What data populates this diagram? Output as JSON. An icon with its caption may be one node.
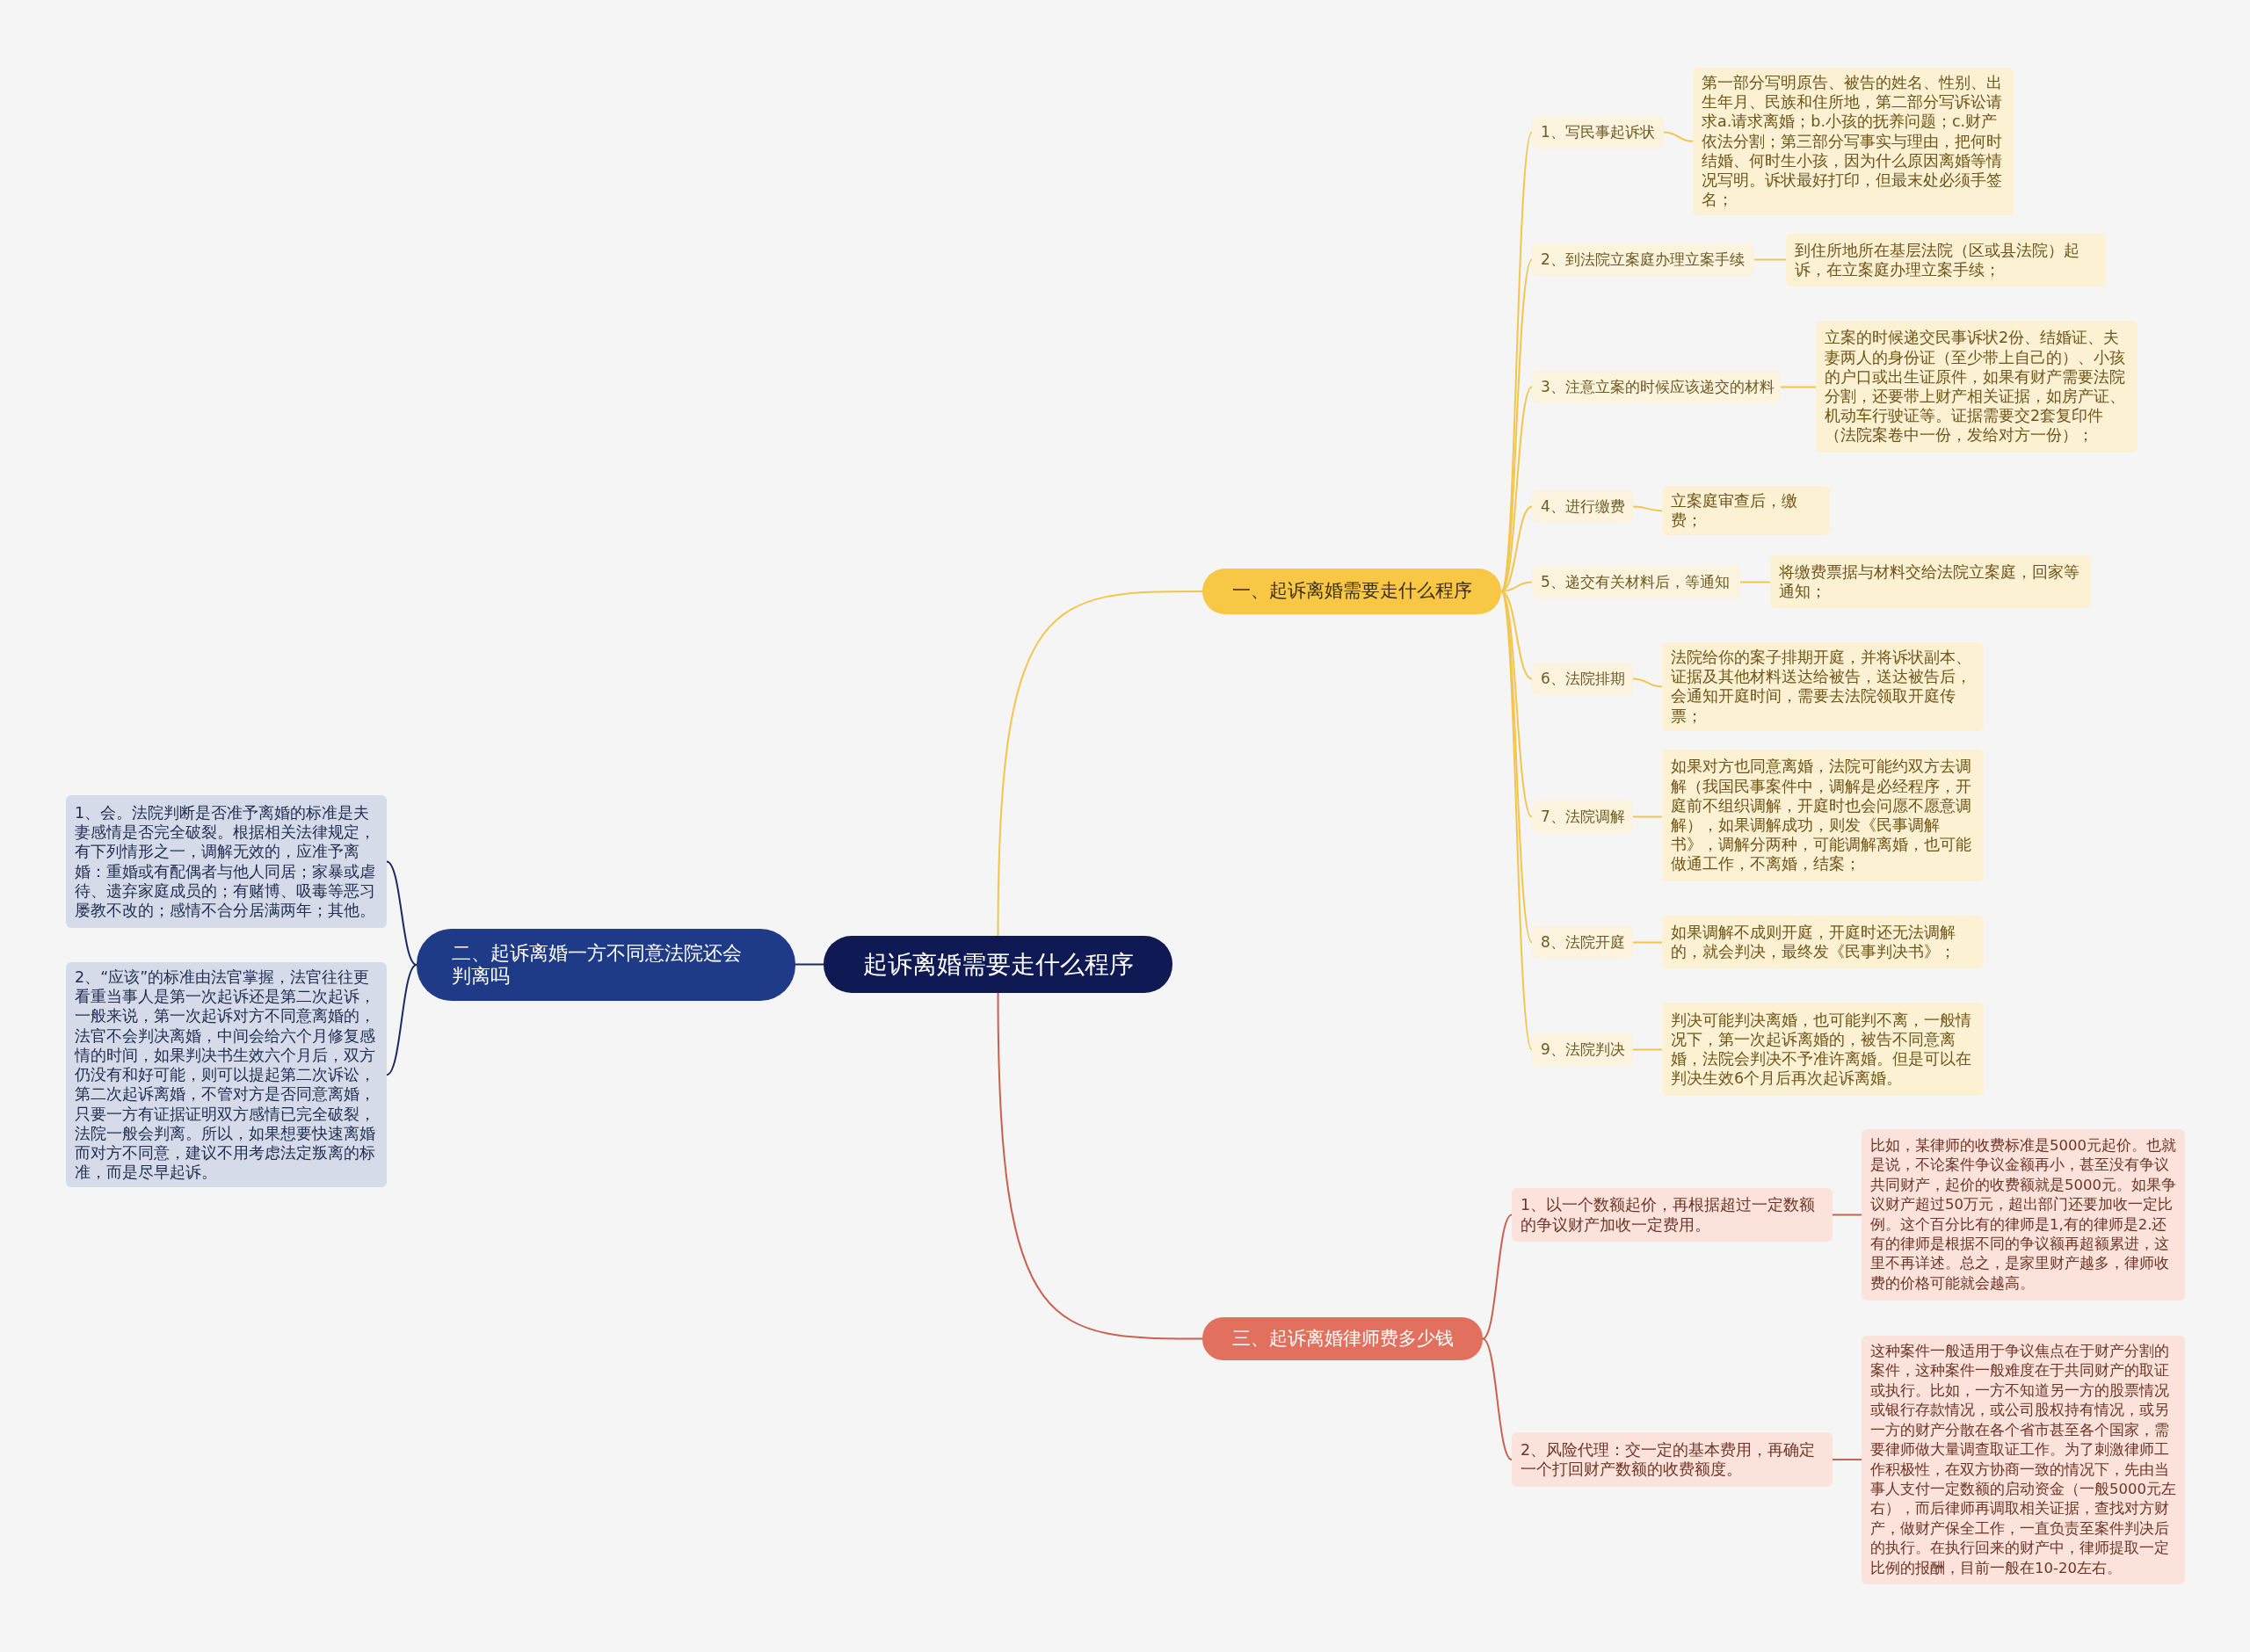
{
  "diagram": {
    "nodes": [
      {
        "text": [
          "起诉离婚需要走什么程序"
        ]
      },
      {
        "text": [
          "一、起诉离婚需要走什么程序"
        ]
      },
      {
        "text": [
          "1、写民事起诉状"
        ]
      },
      {
        "text": [
          "第一部分写明原告、被告的姓名、性别、出生年月、民族和住所地，第二部分写诉讼请求a.请求离婚；b.小孩的抚养问题；c.财产依法分割；第三部分写事实与理由，把何时结婚、何时生小孩，因为什么原因离婚等情况写明。诉状最好打印，但最末处必须手签名；"
        ]
      },
      {
        "text": [
          "2、到法院立案庭办理立案手续"
        ]
      },
      {
        "text": [
          "到住所地所在基层法院（区或县法院）起诉，在立案庭办理立案手续；"
        ]
      },
      {
        "text": [
          "3、注意立案的时候应该递交的材料"
        ]
      },
      {
        "text": [
          "立案的时候递交民事诉状2份、结婚证、夫妻两人的身份证（至少带上自己的）、小孩的户口或出生证原件，如果有财产需要法院分割，还要带上财产相关证据，如房产证、机动车行驶证等。证据需要交2套复印件（法院案卷中一份，发给对方一份）；"
        ]
      },
      {
        "text": [
          "4、进行缴费"
        ]
      },
      {
        "text": [
          "立案庭审查后，缴费；"
        ]
      },
      {
        "text": [
          "5、递交有关材料后，等通知"
        ]
      },
      {
        "text": [
          "将缴费票据与材料交给法院立案庭，回家等通知；"
        ]
      },
      {
        "text": [
          "6、法院排期"
        ]
      },
      {
        "text": [
          "法院给你的案子排期开庭，并将诉状副本、证据及其他材料送达给被告，送达被告后，会通知开庭时间，需要去法院领取开庭传票；"
        ]
      },
      {
        "text": [
          "7、法院调解"
        ]
      },
      {
        "text": [
          "如果对方也同意离婚，法院可能约双方去调解（我国民事案件中，调解是必经程序，开庭前不组织调解，开庭时也会问愿不愿意调解），如果调解成功，则发《民事调解书》，调解分两种，可能调解离婚，也可能做通工作，不离婚，结案；"
        ]
      },
      {
        "text": [
          "8、法院开庭"
        ]
      },
      {
        "text": [
          "如果调解不成则开庭，开庭时还无法调解的，就会判决，最终发《民事判决书》；"
        ]
      },
      {
        "text": [
          "9、法院判决"
        ]
      },
      {
        "text": [
          "判决可能判决离婚，也可能判不离，一般情况下，第一次起诉离婚的，被告不同意离婚，法院会判决不予准许离婚。但是可以在判决生效6个月后再次起诉离婚。"
        ]
      },
      {
        "text": [
          "二、起诉离婚一方不同意法院还会判离吗"
        ]
      },
      {
        "text": [
          "1、会。法院判断是否准予离婚的标准是夫妻感情是否完全破裂。根据相关法律规定，有下列情形之一，调解无效的，应准予离婚：重婚或有配偶者与他人同居；家暴或虐待、遗弃家庭成员的；有赌博、吸毒等恶习屡教不改的；感情不合分居满两年；其他。"
        ]
      },
      {
        "text": [
          "2、“应该”的标准由法官掌握，法官往往更看重当事人是第一次起诉还是第二次起诉，一般来说，第一次起诉对方不同意离婚的，法官不会判决离婚，中间会给六个月修复感情的时间，如果判决书生效六个月后，双方仍没有和好可能，则可以提起第二次诉讼，第二次起诉离婚，不管对方是否同意离婚，只要一方有证据证明双方感情已完全破裂，法院一般会判离。所以，如果想要快速离婚而对方不同意，建议不用考虑法定叛离的标准，而是尽早起诉。"
        ]
      },
      {
        "text": [
          "三、起诉离婚律师费多少钱"
        ]
      },
      {
        "text": [
          "1、以一个数额起价，再根据超过一定数额的争议财产加收一定费用。"
        ]
      },
      {
        "text": [
          "比如，某律师的收费标准是5000元起价。也就是说，不论案件争议金额再小，甚至没有争议共同财产，起价的收费额就是5000元。如果争议财产超过50万元，超出部门还要加收一定比例。这个百分比有的律师是1,有的律师是2.还有的律师是根据不同的争议额再超额累进，这里不再详述。总之，是家里财产越多，律师收费的价格可能就会越高。"
        ]
      },
      {
        "text": [
          "2、风险代理：交一定的基本费用，再确定一个打回财产数额的收费额度。"
        ]
      },
      {
        "text": [
          "这种案件一般适用于争议焦点在于财产分割的案件，这种案件一般难度在于共同财产的取证或执行。比如，一方不知道另一方的股票情况或银行存款情况，或公司股权持有情况，或另一方的财产分散在各个省市甚至各个国家，需要律师做大量调查取证工作。为了刺激律师工作积极性，在双方协商一致的情况下，先由当事人支付一定数额的启动资金（一般5000元左右），而后律师再调取相关证据，查找对方财产，做财产保全工作，一直负责至案件判决后的执行。在执行回来的财产中，律师提取一定比例的报酬，目前一般在10-20左右。"
        ]
      }
    ],
    "edges": [
      {
        "from": 0,
        "to": 1,
        "arrow": "none"
      },
      {
        "from": 1,
        "to": 2,
        "arrow": "none"
      },
      {
        "from": 2,
        "to": 3,
        "arrow": "none"
      },
      {
        "from": 1,
        "to": 4,
        "arrow": "none"
      },
      {
        "from": 4,
        "to": 5,
        "arrow": "none"
      },
      {
        "from": 1,
        "to": 6,
        "arrow": "none"
      },
      {
        "from": 6,
        "to": 7,
        "arrow": "none"
      },
      {
        "from": 1,
        "to": 8,
        "arrow": "none"
      },
      {
        "from": 8,
        "to": 9,
        "arrow": "none"
      },
      {
        "from": 1,
        "to": 10,
        "arrow": "none"
      },
      {
        "from": 10,
        "to": 11,
        "arrow": "none"
      },
      {
        "from": 1,
        "to": 12,
        "arrow": "none"
      },
      {
        "from": 12,
        "to": 13,
        "arrow": "none"
      },
      {
        "from": 1,
        "to": 14,
        "arrow": "none"
      },
      {
        "from": 14,
        "to": 15,
        "arrow": "none"
      },
      {
        "from": 1,
        "to": 16,
        "arrow": "none"
      },
      {
        "from": 16,
        "to": 17,
        "arrow": "none"
      },
      {
        "from": 1,
        "to": 18,
        "arrow": "none"
      },
      {
        "from": 18,
        "to": 19,
        "arrow": "none"
      },
      {
        "from": 0,
        "to": 20,
        "arrow": "none",
        "color": "#1b2a63"
      },
      {
        "from": 20,
        "to": 21,
        "arrow": "none",
        "color": "#1b2a63"
      },
      {
        "from": 20,
        "to": 22,
        "arrow": "none",
        "color": "#1b2a63"
      },
      {
        "from": 0,
        "to": 23,
        "arrow": "none",
        "color": "#c9614f"
      },
      {
        "from": 23,
        "to": 24,
        "arrow": "none",
        "color": "#c9614f"
      },
      {
        "from": 24,
        "to": 25,
        "arrow": "none",
        "color": "#c9614f"
      },
      {
        "from": 23,
        "to": 26,
        "arrow": "none",
        "color": "#c9614f"
      },
      {
        "from": 26,
        "to": 27,
        "arrow": "none",
        "color": "#c9614f"
      }
    ]
  }
}
